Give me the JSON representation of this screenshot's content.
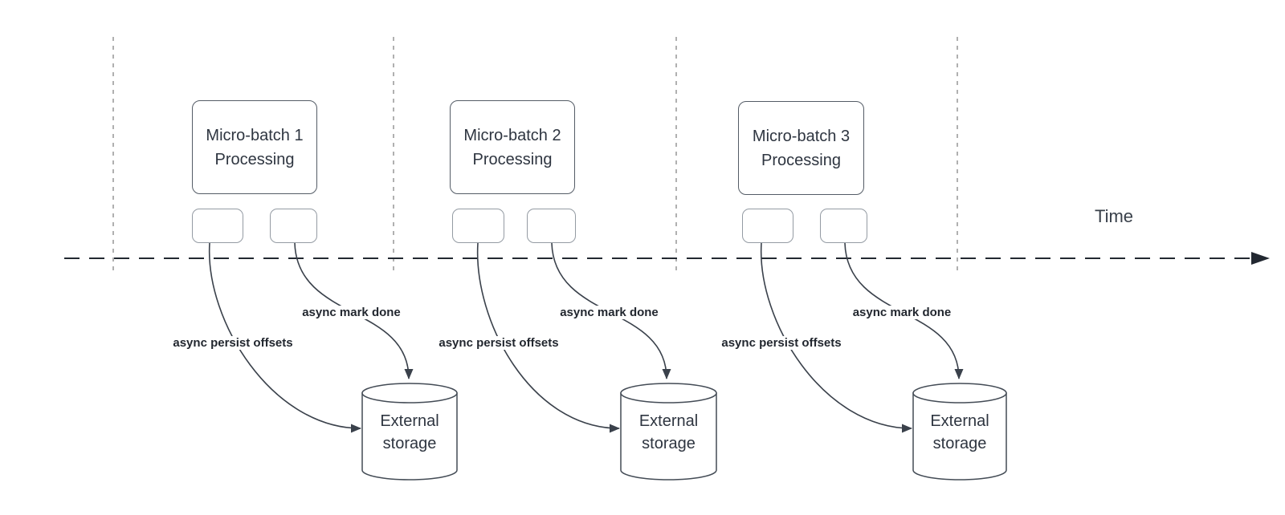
{
  "diagram": {
    "type": "micro-batch streaming timeline",
    "time_axis": {
      "label": "Time"
    },
    "colors": {
      "background": "#ffffff",
      "axis_stroke": "#222831",
      "guide_stroke": "#a8a8a8",
      "arrow_stroke": "#3a414b",
      "shape_stroke": "#545c66",
      "small_shape_stroke": "#949ba3",
      "text": "#2e3540",
      "label_text": "#22272f"
    },
    "units": [
      {
        "processing_label": "Micro-batch 1 Processing",
        "persist_arrow_label": "async persist offsets",
        "mark_done_arrow_label": "async mark done",
        "storage_label": "External storage"
      },
      {
        "processing_label": "Micro-batch 2 Processing",
        "persist_arrow_label": "async persist offsets",
        "mark_done_arrow_label": "async mark done",
        "storage_label": "External storage"
      },
      {
        "processing_label": "Micro-batch 3 Processing",
        "persist_arrow_label": "async persist offsets",
        "mark_done_arrow_label": "async mark done",
        "storage_label": "External storage"
      }
    ]
  }
}
